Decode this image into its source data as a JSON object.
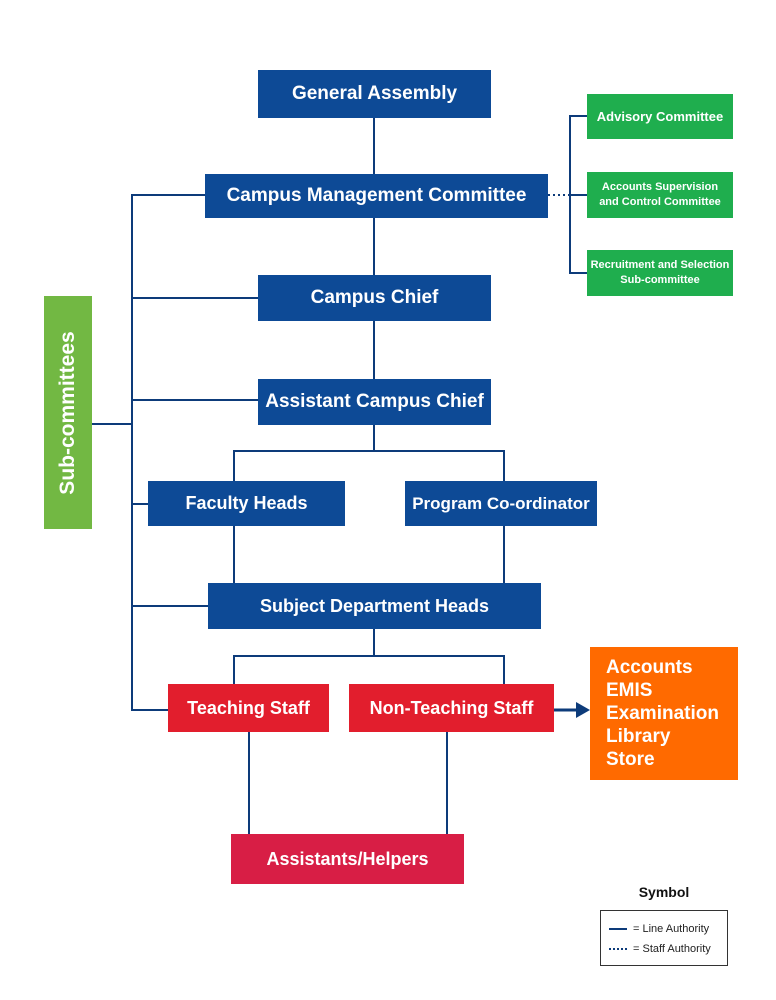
{
  "nodes": {
    "general_assembly": "General Assembly",
    "campus_management_committee": "Campus Management Committee",
    "campus_chief": "Campus Chief",
    "assistant_campus_chief": "Assistant Campus Chief",
    "faculty_heads": "Faculty Heads",
    "program_coordinator": "Program Co-ordinator",
    "subject_department_heads": "Subject Department Heads",
    "teaching_staff": "Teaching Staff",
    "non_teaching_staff": "Non-Teaching Staff",
    "assistants_helpers": "Assistants/Helpers",
    "sub_committees": "Sub-committees"
  },
  "committees": {
    "advisory": "Advisory Committee",
    "accounts_supervision_line1": "Accounts Supervision",
    "accounts_supervision_line2": "and Control Committee",
    "recruitment_line1": "Recruitment and Selection",
    "recruitment_line2": "Sub-committee"
  },
  "non_teaching_units": [
    "Accounts",
    "EMIS",
    "Examination",
    "Library",
    "Store"
  ],
  "legend": {
    "title": "Symbol",
    "line_authority": "= Line Authority",
    "staff_authority": "= Staff Authority"
  },
  "colors": {
    "line": "#0d3b7a",
    "management_box": "#0d4a96",
    "committee_box": "#1fae4e",
    "staff_box": "#e21e2d",
    "helpers_box": "#d81e45",
    "units_box": "#ff6a00",
    "subcommittees_box": "#72b843"
  }
}
